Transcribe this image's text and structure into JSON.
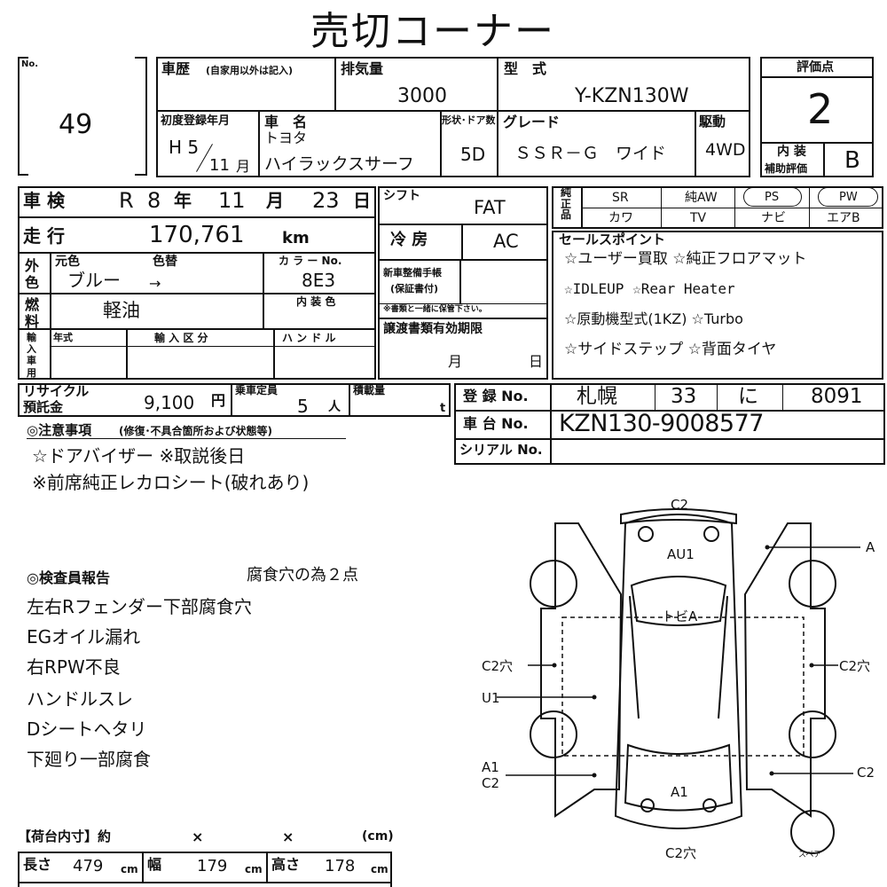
{
  "title": "売切コーナー",
  "lot": {
    "label": "No.",
    "number": "49"
  },
  "history": {
    "label": "車歴",
    "note": "(自家用以外は記入)"
  },
  "displacement": {
    "label": "排気量",
    "value": "3000"
  },
  "model_code": {
    "label": "型　式",
    "value": "Y-KZN130W"
  },
  "score": {
    "label": "評価点",
    "value": "2"
  },
  "first_reg": {
    "label": "初度登録年月",
    "era_year": "H 5",
    "month": "11",
    "month_unit": "月"
  },
  "car_name": {
    "label": "車　名",
    "maker": "トヨタ",
    "name": "ハイラックスサーフ"
  },
  "body": {
    "label": "形状･ドア数",
    "value": "5D"
  },
  "grade": {
    "label": "グレード",
    "value": "ＳＳＲ－Ｇ　ワイド"
  },
  "drive": {
    "label": "駆動",
    "value": "4WD"
  },
  "interior_score": {
    "label1": "内 装",
    "label2": "補助評価",
    "value": "B"
  },
  "inspection": {
    "label": "車 検",
    "era": "R",
    "year": "8",
    "year_unit": "年",
    "month": "11",
    "month_unit": "月",
    "day": "23",
    "day_unit": "日"
  },
  "mileage": {
    "label": "走 行",
    "value": "170,761",
    "unit": "km"
  },
  "color": {
    "side_label": "外\n色",
    "orig_label": "元色",
    "repaint_label": "色替",
    "orig": "ブルー",
    "arrow": "→",
    "code_label": "カ ラ ー No.",
    "code": "8E3",
    "interior_label": "内 装 色"
  },
  "fuel": {
    "label": "燃\n料",
    "value": "軽油"
  },
  "import": {
    "label": "輸\n入\n車\n用",
    "year_label": "年式",
    "type_label": "輸 入 区 分",
    "handle_label": "ハ ン ド ル"
  },
  "shift": {
    "label": "シフト",
    "value": "FAT"
  },
  "aircon": {
    "label": "冷 房",
    "value": "AC"
  },
  "new_car_manual": {
    "label1": "新車整備手帳",
    "label2": "(保証書付)",
    "note": "※書類と一緒に保管下さい。"
  },
  "docs_expiry": {
    "label": "譲渡書類有効期限",
    "month": "月",
    "day": "日"
  },
  "equipment": {
    "side_label": "純\n正\n品",
    "items": [
      "SR",
      "純AW",
      "PS",
      "PW",
      "カワ",
      "TV",
      "ナビ",
      "エアB"
    ]
  },
  "sales_points": {
    "label": "セールスポイント",
    "lines": [
      "☆ユーザー買取 ☆純正フロアマット",
      "☆IDLEUP ☆Rear Heater",
      "☆原動機型式(1KZ) ☆Turbo",
      "☆サイドステップ ☆背面タイヤ"
    ]
  },
  "recycle": {
    "label1": "リサイクル",
    "label2": "預託金",
    "value": "9,100",
    "unit": "円"
  },
  "capacity": {
    "label": "乗車定員",
    "value": "5",
    "unit": "人"
  },
  "load": {
    "label": "積載量",
    "unit": "t"
  },
  "registration": {
    "label": "登 録 No.",
    "area": "札幌",
    "class": "33",
    "kana": "に",
    "number": "8091"
  },
  "chassis": {
    "label": "車 台 No.",
    "value": "KZN130-9008577"
  },
  "serial": {
    "label": "シリアル No."
  },
  "notes": {
    "label": "◎注意事項",
    "sub": "(修復･不具合箇所および状態等)",
    "lines": [
      "☆ドアバイザー ※取説後日",
      "※前席純正レカロシート(破れあり)"
    ]
  },
  "inspector": {
    "label": "◎検査員報告",
    "note": "腐食穴の為２点",
    "lines": [
      "左右Rフェンダー下部腐食穴",
      "EGオイル漏れ",
      "右RPW不良",
      "ハンドルスレ",
      "Dシートヘタリ",
      "下廻り一部腐食"
    ]
  },
  "cargo": {
    "label": "【荷台内寸】約",
    "x1": "×",
    "x2": "×",
    "unit": "(cm)",
    "length_label": "長さ",
    "length": "479",
    "width_label": "幅",
    "width": "179",
    "height_label": "高さ",
    "height": "178",
    "cm": "cm"
  },
  "diagram": {
    "labels": [
      "C2",
      "AU1",
      "A",
      "トビA",
      "C2穴",
      "C2穴",
      "U1",
      "A1",
      "C2",
      "A1",
      "C2",
      "C2穴",
      "スペア"
    ]
  }
}
